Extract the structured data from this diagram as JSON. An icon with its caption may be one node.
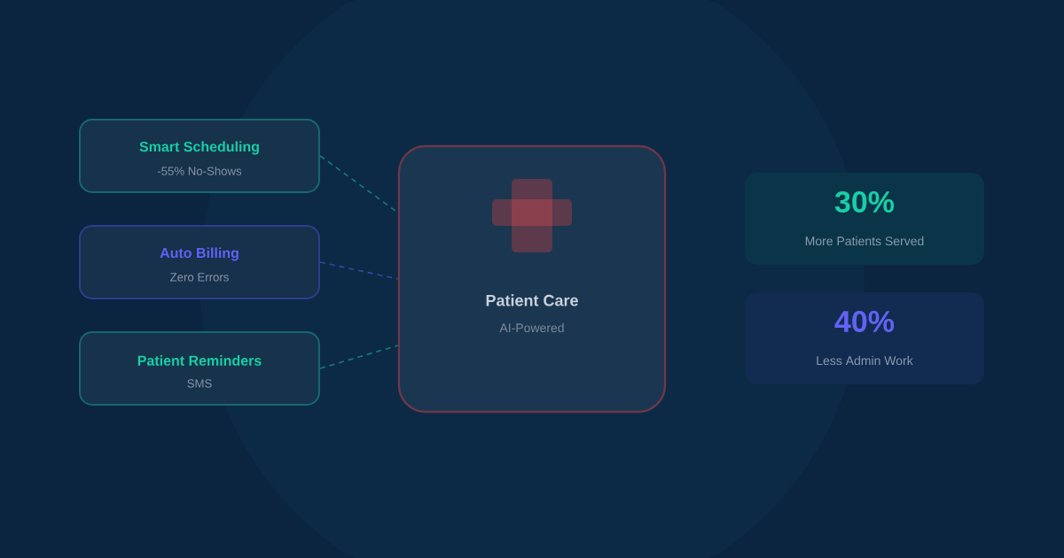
{
  "diagram": {
    "nodes": [
      {
        "text": [
          "Smart Scheduling",
          "-55% No-Shows"
        ]
      },
      {
        "text": [
          "Auto Billing",
          "Zero Errors"
        ]
      },
      {
        "text": [
          "Patient Reminders",
          "SMS"
        ]
      },
      {
        "text": [
          "Patient Care",
          "AI-Powered"
        ]
      },
      {
        "text": [
          "30%",
          "More Patients Served"
        ]
      },
      {
        "text": [
          "40%",
          "Less Admin Work"
        ]
      }
    ],
    "edges": [
      {
        "from": 0,
        "to": 3,
        "arrow": "none",
        "style": "dashed"
      },
      {
        "from": 1,
        "to": 3,
        "arrow": "none",
        "style": "dashed",
        "color": "#34499c"
      },
      {
        "from": 2,
        "to": 3,
        "arrow": "none",
        "style": "dashed"
      }
    ]
  }
}
